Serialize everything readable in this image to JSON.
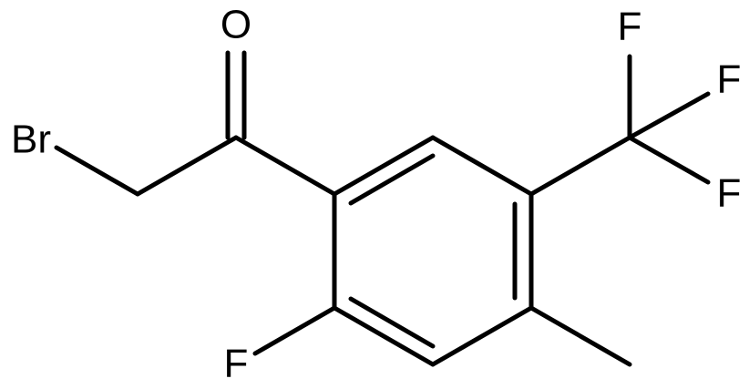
{
  "atoms": {
    "oxygen": "O",
    "bromine": "Br",
    "fluorine_ring": "F",
    "cf3_f1": "F",
    "cf3_f2": "F",
    "cf3_f3": "F"
  }
}
